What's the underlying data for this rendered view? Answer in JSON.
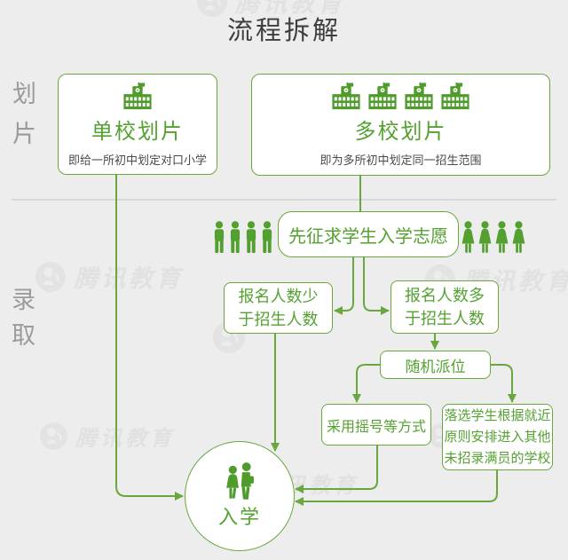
{
  "title": "流程拆解",
  "section_labels": [
    {
      "text": "划片"
    },
    {
      "text": "录取"
    }
  ],
  "watermark_brand": "腾讯教育",
  "nodes": {
    "single_school": {
      "title": "单校划片",
      "subtitle": "即给一所初中划定对口小学"
    },
    "multi_school": {
      "title": "多校划片",
      "subtitle": "即为多所初中划定同一招生范围"
    },
    "volunteer": {
      "label": "先征求学生入学志愿"
    },
    "fewer_applicants": {
      "line1": "报名人数少",
      "line2": "于招生人数"
    },
    "more_applicants": {
      "line1": "报名人数多",
      "line2": "于招生人数"
    },
    "random_assignment": {
      "label": "随机派位"
    },
    "lottery_method": {
      "label": "采用摇号等方式"
    },
    "unselected_students": {
      "line1": "落选学生根据就近",
      "line2": "原则安排进入其他",
      "line3": "未招录满员的学校"
    },
    "enrollment": {
      "label": "入学"
    }
  },
  "icons": {
    "school": "school-icon",
    "male": "male-person-icon",
    "female": "female-person-icon",
    "students": "students-walking-icon",
    "brand_logo": "tencent-edu-logo-icon"
  },
  "colors": {
    "green_line": "#6aa73e",
    "green_text": "#55a232",
    "background": "#ededed",
    "divider": "#d9d9d9",
    "section_label_gray": "#9b9b9b",
    "subtitle_gray": "#4a4a4a",
    "title_gray": "#3e3e3e",
    "watermark_gray": "#e0e0e0"
  }
}
